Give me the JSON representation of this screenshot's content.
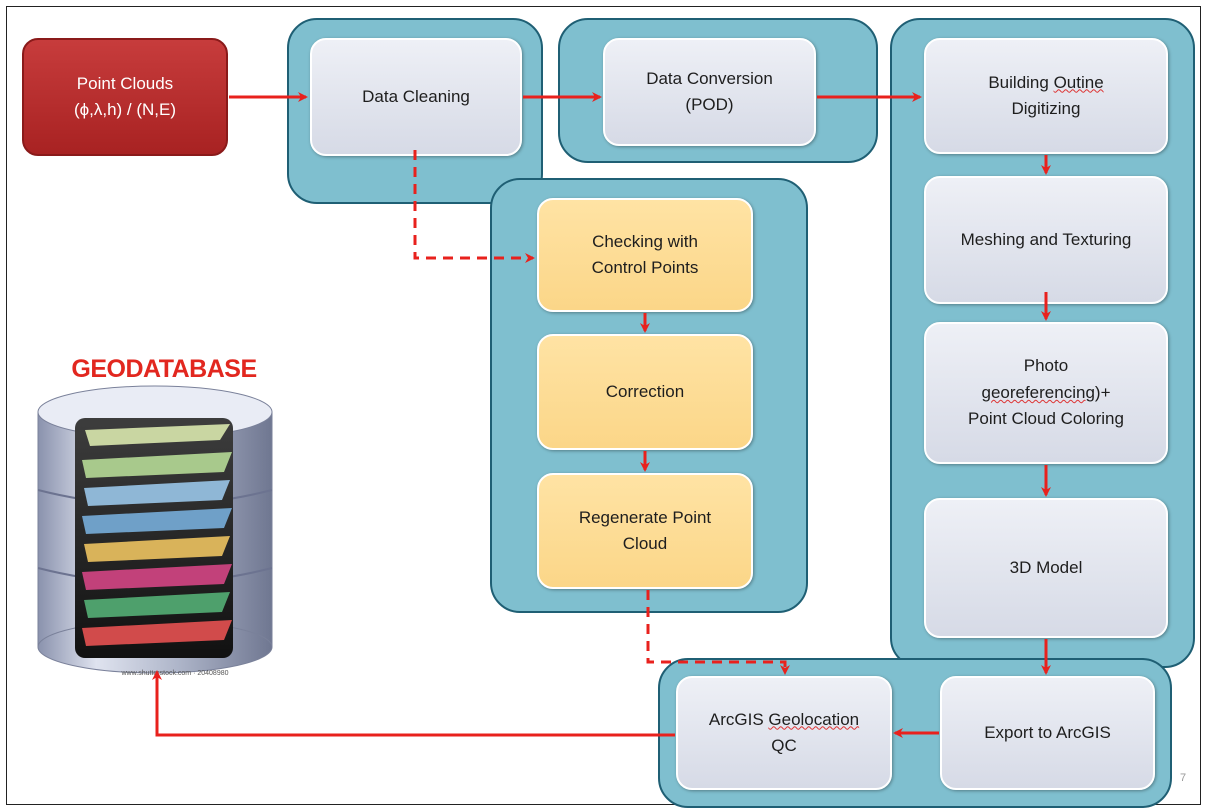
{
  "diagram": {
    "nodes": {
      "point_clouds": "Point Clouds\n(ϕ,λ,h) / (N,E)",
      "data_cleaning": "Data  Cleaning",
      "data_conversion": "Data  Conversion\n(POD)",
      "building_outline_line1": "Building ",
      "building_outline_word": "Outine",
      "building_outline_line2": "Digitizing",
      "checking": "Checking with\nControl Points",
      "correction": "Correction",
      "regenerate": "Regenerate Point\nCloud",
      "meshing": "Meshing and Texturing",
      "photo_line1": "Photo",
      "photo_word": "georeferencing",
      "photo_after": ")+",
      "photo_line3": "Point Cloud Coloring",
      "model_3d": "3D Model",
      "export": "Export to ArcGIS",
      "arcgis_qc_line1a": "ArcGIS  ",
      "arcgis_qc_word": "Geolocation",
      "arcgis_qc_line2": "QC"
    },
    "geodatabase_label": "GEODATABASE",
    "watermark": "www.shutterstock.com · 20408980",
    "slide_number": "7",
    "colors": {
      "group_fill": "#7fbfcf",
      "group_border": "#1f5f74",
      "arrow": "#e8211d",
      "start_node": "#b52b2b",
      "qc_node": "#fbd688",
      "process_node": "#dde0ea"
    }
  }
}
